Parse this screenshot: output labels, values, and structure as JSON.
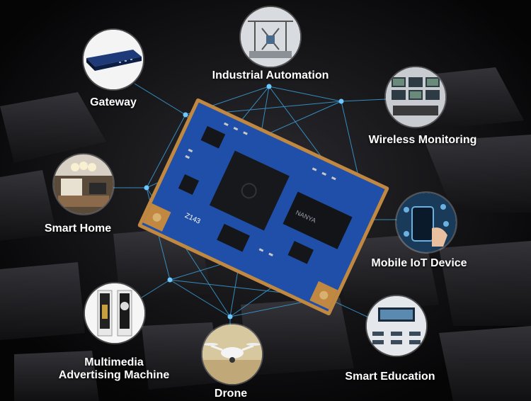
{
  "applications": [
    {
      "id": "gateway",
      "label": "Gateway",
      "icon": "gateway-device-icon"
    },
    {
      "id": "industrial",
      "label": "Industrial Automation",
      "icon": "robot-arm-icon"
    },
    {
      "id": "wireless",
      "label": "Wireless Monitoring",
      "icon": "monitor-wall-icon"
    },
    {
      "id": "home",
      "label": "Smart Home",
      "icon": "living-room-icon"
    },
    {
      "id": "mobile",
      "label": "Mobile IoT Device",
      "icon": "smartphone-hand-icon"
    },
    {
      "id": "advert",
      "label": "Multimedia Advertising Machine",
      "label_line1": "Multimedia",
      "label_line2": "Advertising Machine",
      "icon": "kiosk-display-icon"
    },
    {
      "id": "drone",
      "label": "Drone",
      "icon": "drone-icon"
    },
    {
      "id": "education",
      "label": "Smart Education",
      "icon": "classroom-icon"
    }
  ],
  "board": {
    "silkscreen": "Z143",
    "chip_text": "NANYA"
  },
  "colors": {
    "background": "#0a0a0c",
    "network_line": "#3a9fd8",
    "network_node": "#6cc8ff",
    "pcb_blue": "#1f4fa8",
    "pcb_edge": "#c08840",
    "label": "#ffffff"
  }
}
